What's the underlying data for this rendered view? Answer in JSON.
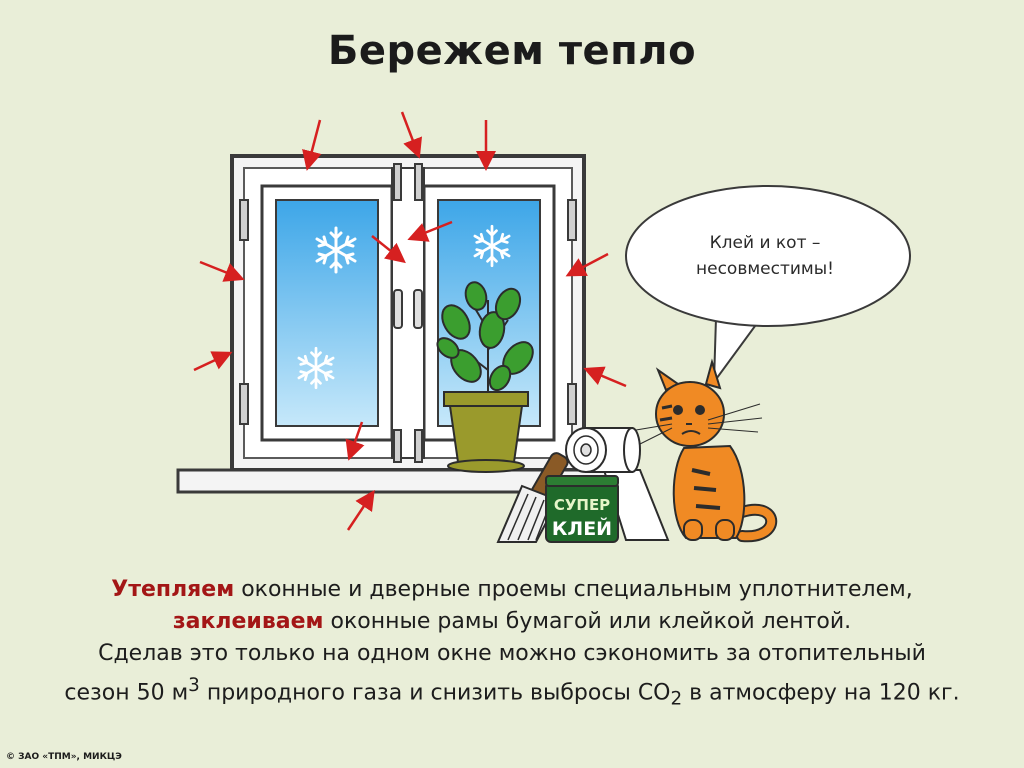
{
  "title": "Бережем тепло",
  "bubble": {
    "line1": "Клей и кот –",
    "line2": "несовместимы!"
  },
  "glue_jar": {
    "top_label": "СУПЕР",
    "bottom_label": "КЛЕЙ"
  },
  "body": {
    "line1_highlight": "Утепляем",
    "line1_rest": " оконные и дверные проемы специальным уплотнителем,",
    "line2_highlight": "заклеиваем",
    "line2_rest": " оконные рамы бумагой или клейкой лентой.",
    "line3": "Сделав это только на одном окне можно сэкономить  за отопительный",
    "line4_part1": "сезон 50 м",
    "line4_sup": "3",
    "line4_part2": " природного газа и снизить выбросы СО",
    "line4_sub": "2",
    "line4_part3": " в атмосферу на 120 кг."
  },
  "copyright": "© ЗАО «ТПМ», МИКЦЭ",
  "colors": {
    "background": "#e9eed8",
    "highlight": "#a31616",
    "arrow": "#d62020",
    "cat": "#f08a24",
    "plant": "#3b9e2f",
    "pot": "#9a9a2c",
    "glass_top": "#3da6e8",
    "glass_bottom": "#bfe3f8"
  },
  "icons": [
    "snowflake-icon",
    "arrow-icon",
    "window-illustration",
    "plant-illustration",
    "cat-illustration",
    "tape-roll-illustration",
    "brush-illustration",
    "glue-jar-illustration",
    "speech-bubble"
  ]
}
